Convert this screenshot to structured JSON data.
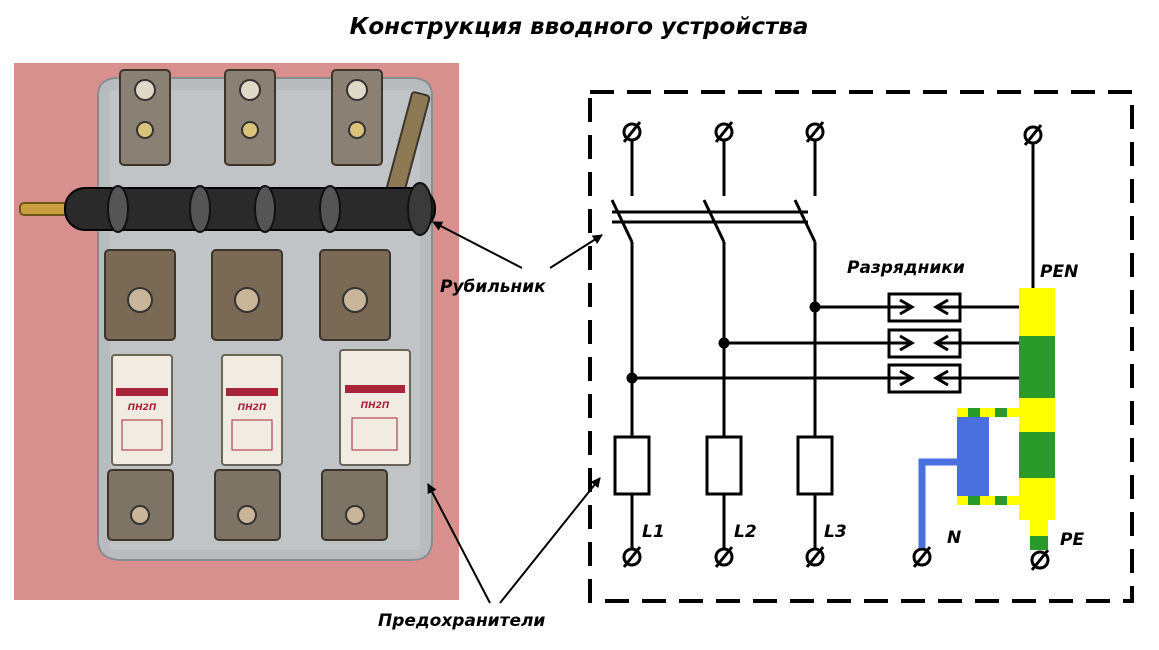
{
  "title": "Конструкция вводного устройства",
  "photo_labels": {
    "switch": "Рубильник",
    "fuses": "Предохранители"
  },
  "photo_fuse_text": [
    "ПН2П",
    "ПН2П",
    "ПН2П"
  ],
  "schematic": {
    "arresters_label": "Разрядники",
    "pen_label": "PEN",
    "pe_label": "PE",
    "n_label": "N",
    "phase_labels": [
      "L1",
      "L2",
      "L3"
    ]
  },
  "colors": {
    "background_photo": "#d8908e",
    "pe_yellow": "#ffff00",
    "pe_green": "#2a9a2a",
    "neutral_blue": "#4a70e0",
    "line": "#000000"
  }
}
